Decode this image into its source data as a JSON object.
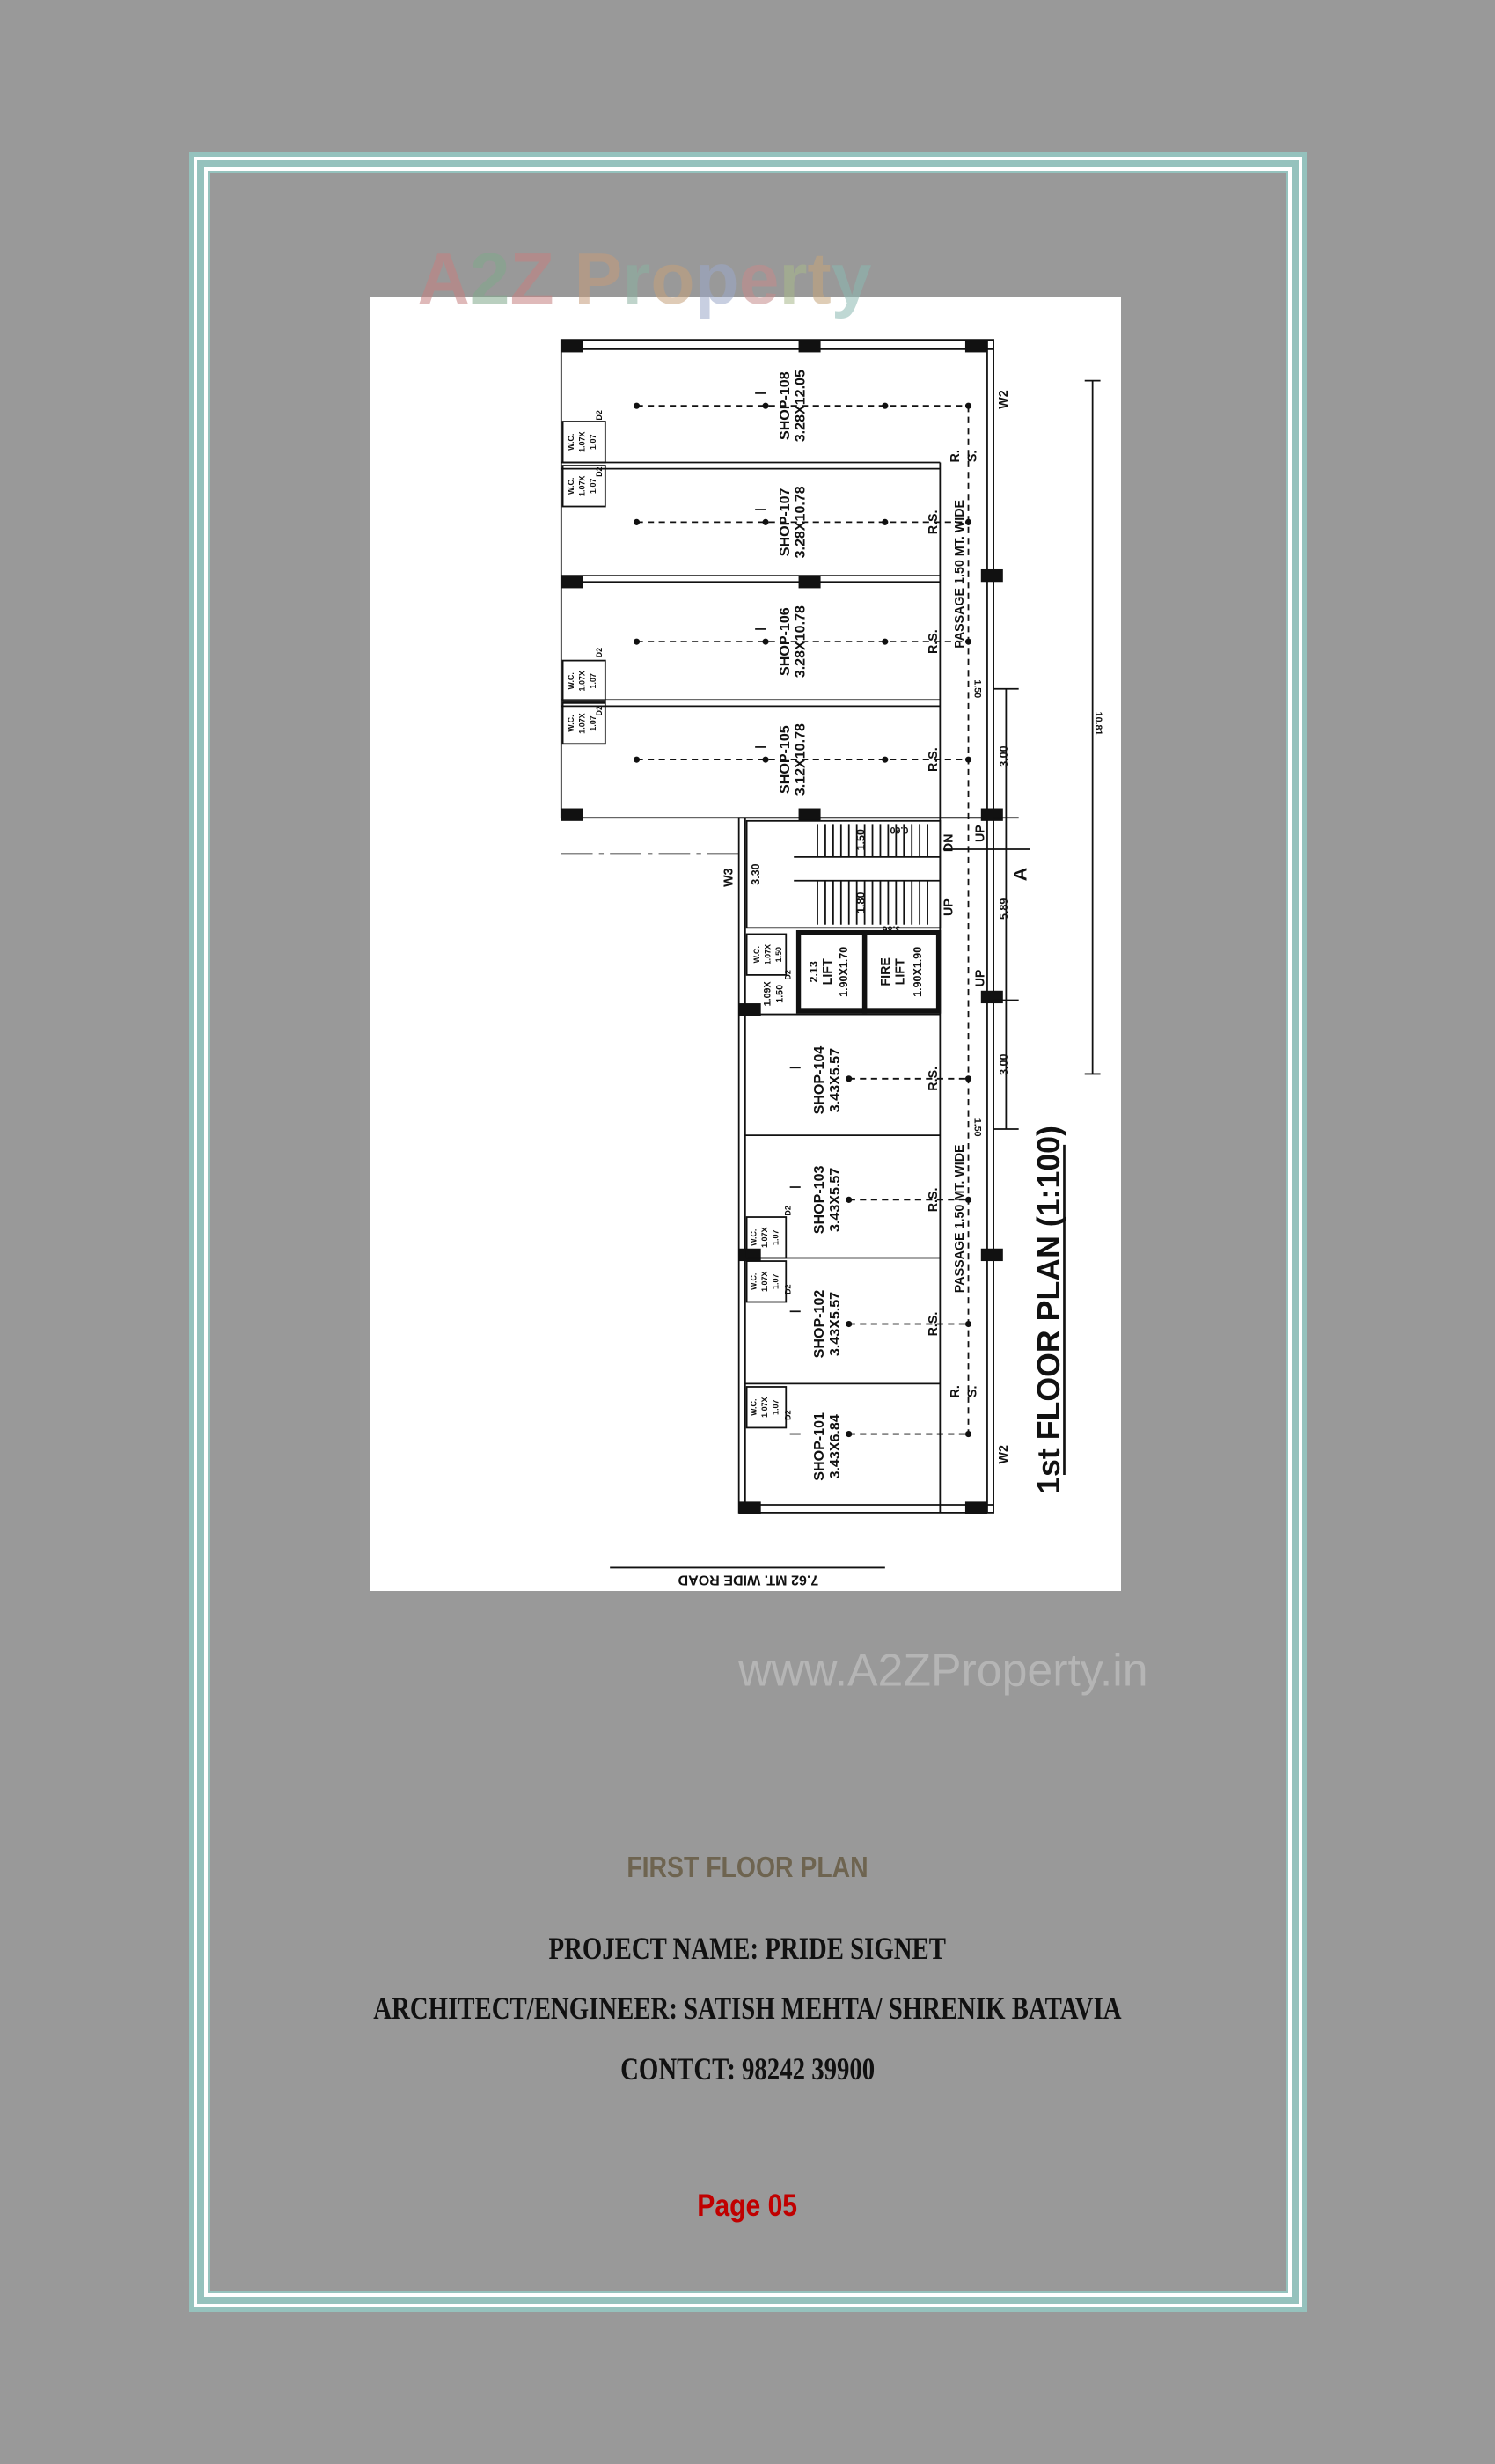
{
  "watermarks": {
    "logo": "A2Z Property",
    "logo_colors": [
      "#c47f7f",
      "#7fa88a",
      "#c47f7f",
      "#8a9cc0",
      "#c49a7a",
      "#8ab0a0",
      "#c4a07a",
      "#9aa8c8",
      "#c48a8a",
      "#a8b88a",
      "#c4a47a",
      "#8ab8b0"
    ],
    "url": "www.A2ZProperty.in"
  },
  "plan": {
    "title": "1st FLOOR PLAN (1:100)",
    "road": "7.62 MT. WIDE ROAD",
    "shops": [
      {
        "name": "SHOP-108",
        "size": "3.28X12.05"
      },
      {
        "name": "SHOP-107",
        "size": "3.28X10.78"
      },
      {
        "name": "SHOP-106",
        "size": "3.28X10.78"
      },
      {
        "name": "SHOP-105",
        "size": "3.12X10.78"
      },
      {
        "name": "SHOP-104",
        "size": "3.43X5.57"
      },
      {
        "name": "SHOP-103",
        "size": "3.43X5.57"
      },
      {
        "name": "SHOP-102",
        "size": "3.43X5.57"
      },
      {
        "name": "SHOP-101",
        "size": "3.43X6.84"
      }
    ],
    "wc": {
      "label": "W.C.",
      "size1": "1.07X",
      "size2": "1.07",
      "size_large": "1.50"
    },
    "store": {
      "size1": "1.09X",
      "size2": "1.50"
    },
    "door": "D2",
    "rs": "R.S.",
    "r": "R.",
    "s": "S.",
    "passage": "PASSAGE 1.50 MT. WIDE",
    "window_w2": "W2",
    "window_w3": "W3",
    "lift": {
      "label": "LIFT",
      "size": "1.90X1.70",
      "dim": "2.13"
    },
    "fire_lift": {
      "label1": "FIRE",
      "label2": "LIFT",
      "size": "1.90X1.90"
    },
    "up": "UP",
    "dn": "DN",
    "section": "A",
    "dims": {
      "passage_gap": "1.50",
      "bay": "3.00",
      "core": "5.89",
      "stair_width": "3.30",
      "landing": "1.50",
      "landing2": "1.80",
      "core_width": "3.86",
      "stair_gap": "0.60",
      "overall": "10.81"
    }
  },
  "footer": {
    "heading": "FIRST FLOOR PLAN",
    "project": "PROJECT NAME: PRIDE SIGNET",
    "architect": "ARCHITECT/ENGINEER: SATISH MEHTA/ SHRENIK BATAVIA",
    "contact": "CONTCT: 98242 39900",
    "page": "Page 05"
  }
}
